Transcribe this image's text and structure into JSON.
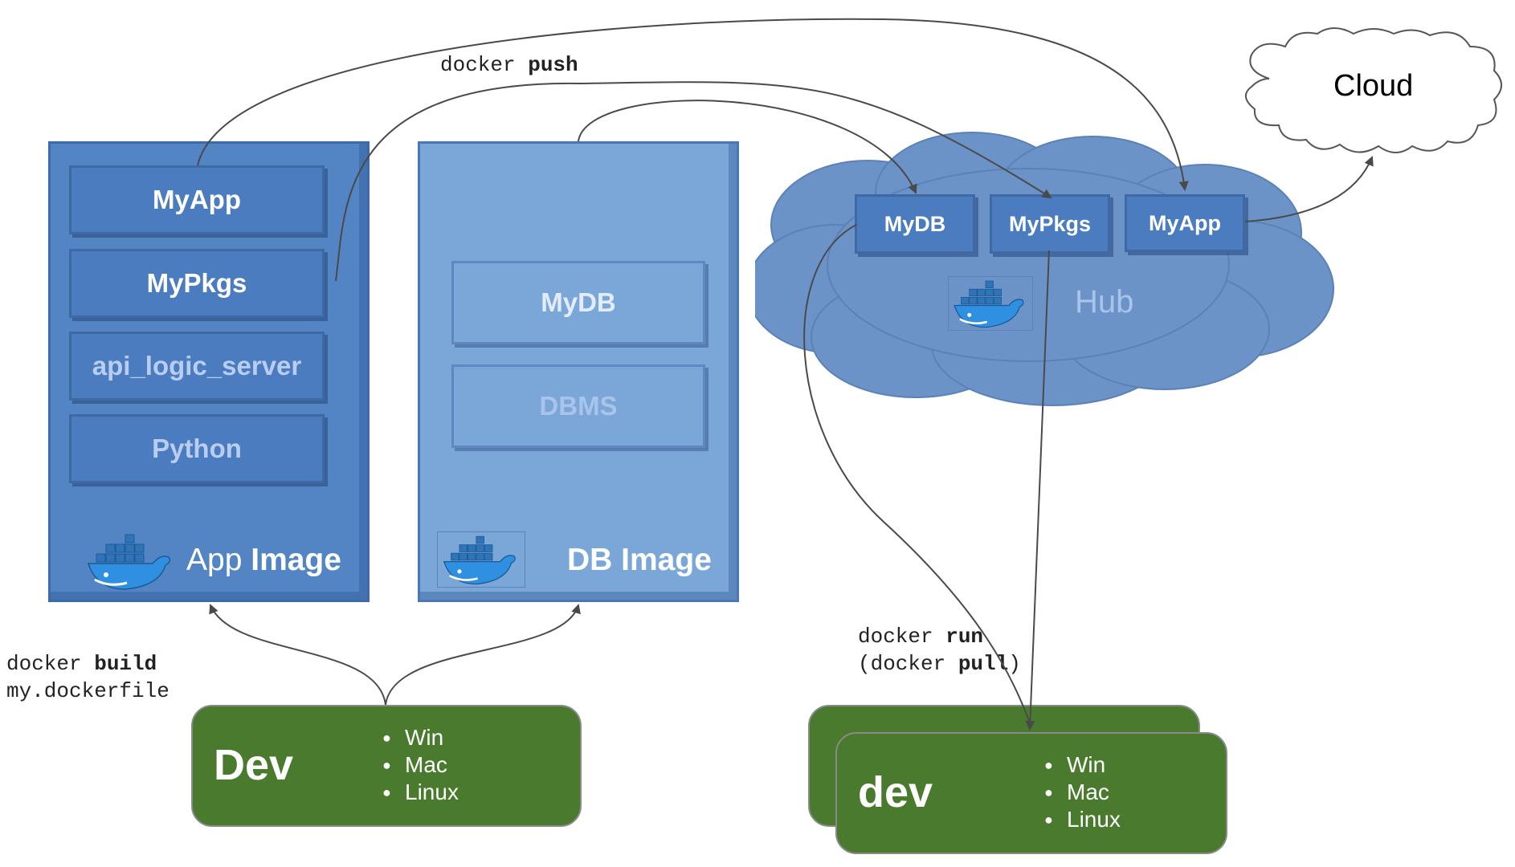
{
  "app_image": {
    "title_plain": "App ",
    "title_bold": "Image",
    "layers": [
      {
        "label": "MyApp",
        "style": "dark"
      },
      {
        "label": "MyPkgs",
        "style": "dark"
      },
      {
        "label": "api_logic_server",
        "style": "dim"
      },
      {
        "label": "Python",
        "style": "dim"
      }
    ]
  },
  "db_image": {
    "title_bold": "DB Image",
    "layers": [
      {
        "label": "MyDB"
      },
      {
        "label": "DBMS"
      }
    ]
  },
  "hub": {
    "label": "Hub",
    "items": [
      {
        "label": "MyDB"
      },
      {
        "label": "MyPkgs"
      },
      {
        "label": "MyApp"
      }
    ]
  },
  "cloud": {
    "label": "Cloud"
  },
  "commands": {
    "push_prefix": "docker ",
    "push_bold": "push",
    "build_prefix": "docker ",
    "build_bold": "build",
    "build_line2": "my.dockerfile",
    "run_prefix": "docker ",
    "run_bold": "run",
    "pull_prefix": "(docker ",
    "pull_bold": "pull",
    "pull_suffix": ")"
  },
  "dev_local": {
    "title": "Dev",
    "platforms": [
      "Win",
      "Mac",
      "Linux"
    ]
  },
  "dev_deploy": {
    "title": "dev",
    "platforms": [
      "Win",
      "Mac",
      "Linux"
    ]
  },
  "colors": {
    "app_panel": "#5384c4",
    "db_panel": "#7aa6d8",
    "hub_cloud": "#6b93c8",
    "dev_green": "#497a2e",
    "arrow": "#4a4a4a"
  }
}
